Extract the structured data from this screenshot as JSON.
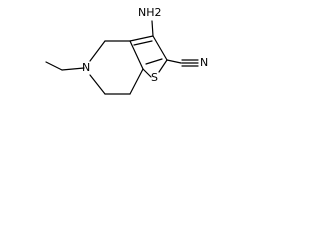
{
  "molecule": {
    "atoms": {
      "amino": "NH2",
      "ring_nitrogen": "N",
      "sulfur": "S",
      "nitrile_nitrogen": "N"
    }
  }
}
